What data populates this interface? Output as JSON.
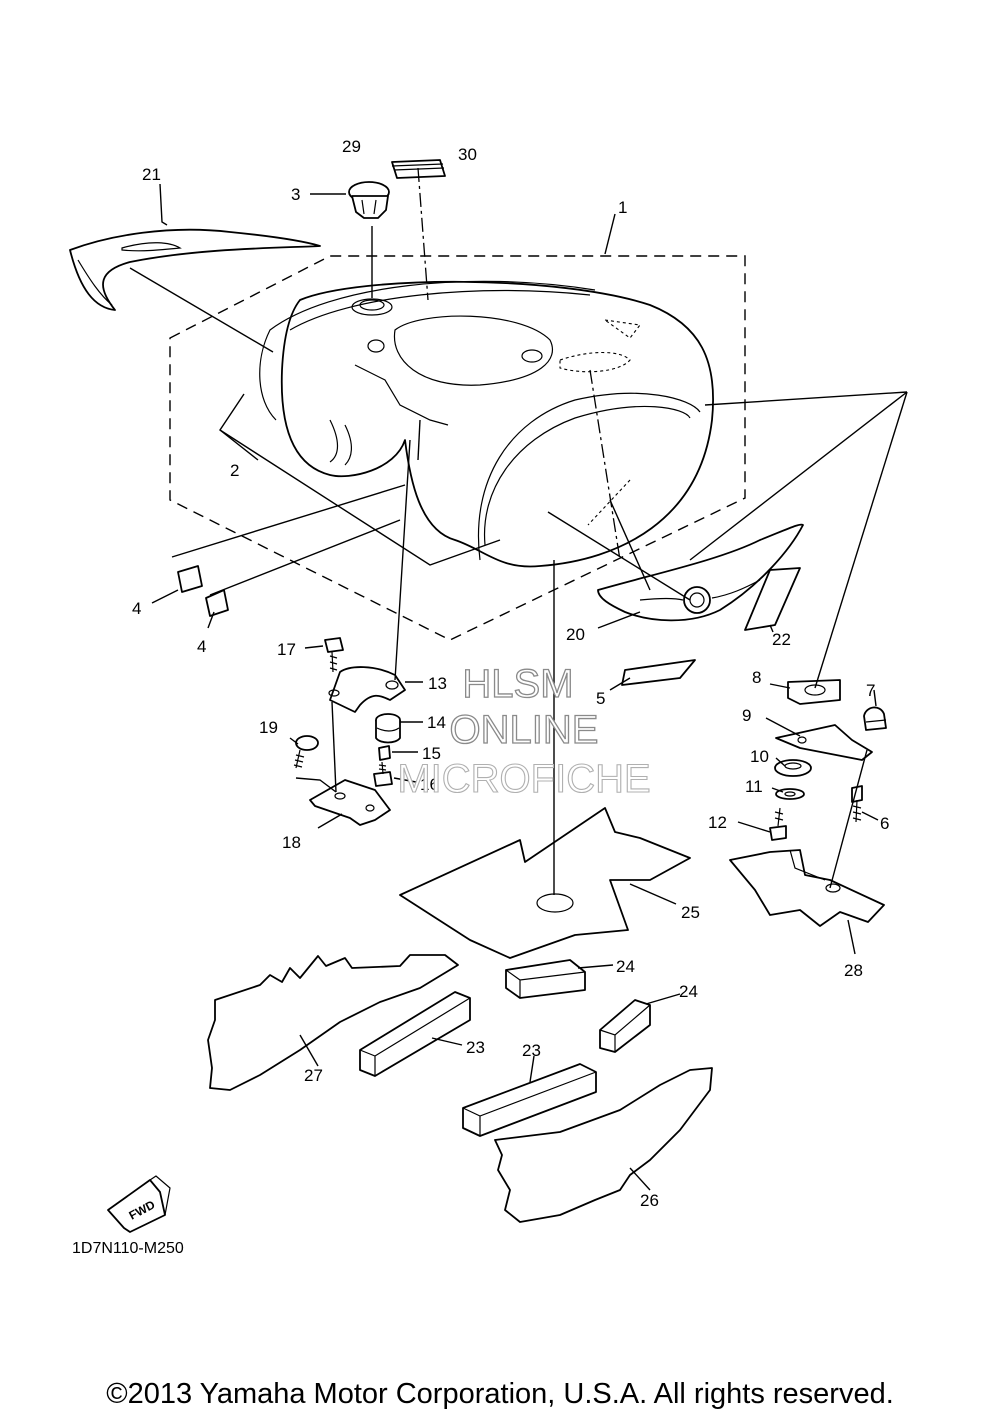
{
  "diagram": {
    "code": "1D7N110-M250",
    "copyright": "©2013 Yamaha Motor Corporation, U.S.A. All rights reserved.",
    "watermark": [
      "HLSM",
      "ONLINE",
      "MICROFICHE"
    ],
    "fwd": "FWD",
    "labels": {
      "l1": "1",
      "l2": "2",
      "l3": "3",
      "l4a": "4",
      "l4b": "4",
      "l5": "5",
      "l6": "6",
      "l7": "7",
      "l8": "8",
      "l9": "9",
      "l10": "10",
      "l11": "11",
      "l12": "12",
      "l13": "13",
      "l14": "14",
      "l15": "15",
      "l16": "16",
      "l17": "17",
      "l18": "18",
      "l19": "19",
      "l20": "20",
      "l21": "21",
      "l22": "22",
      "l23a": "23",
      "l23b": "23",
      "l24a": "24",
      "l24b": "24",
      "l25": "25",
      "l26": "26",
      "l27": "27",
      "l28": "28",
      "l29": "29",
      "l30": "30"
    }
  }
}
